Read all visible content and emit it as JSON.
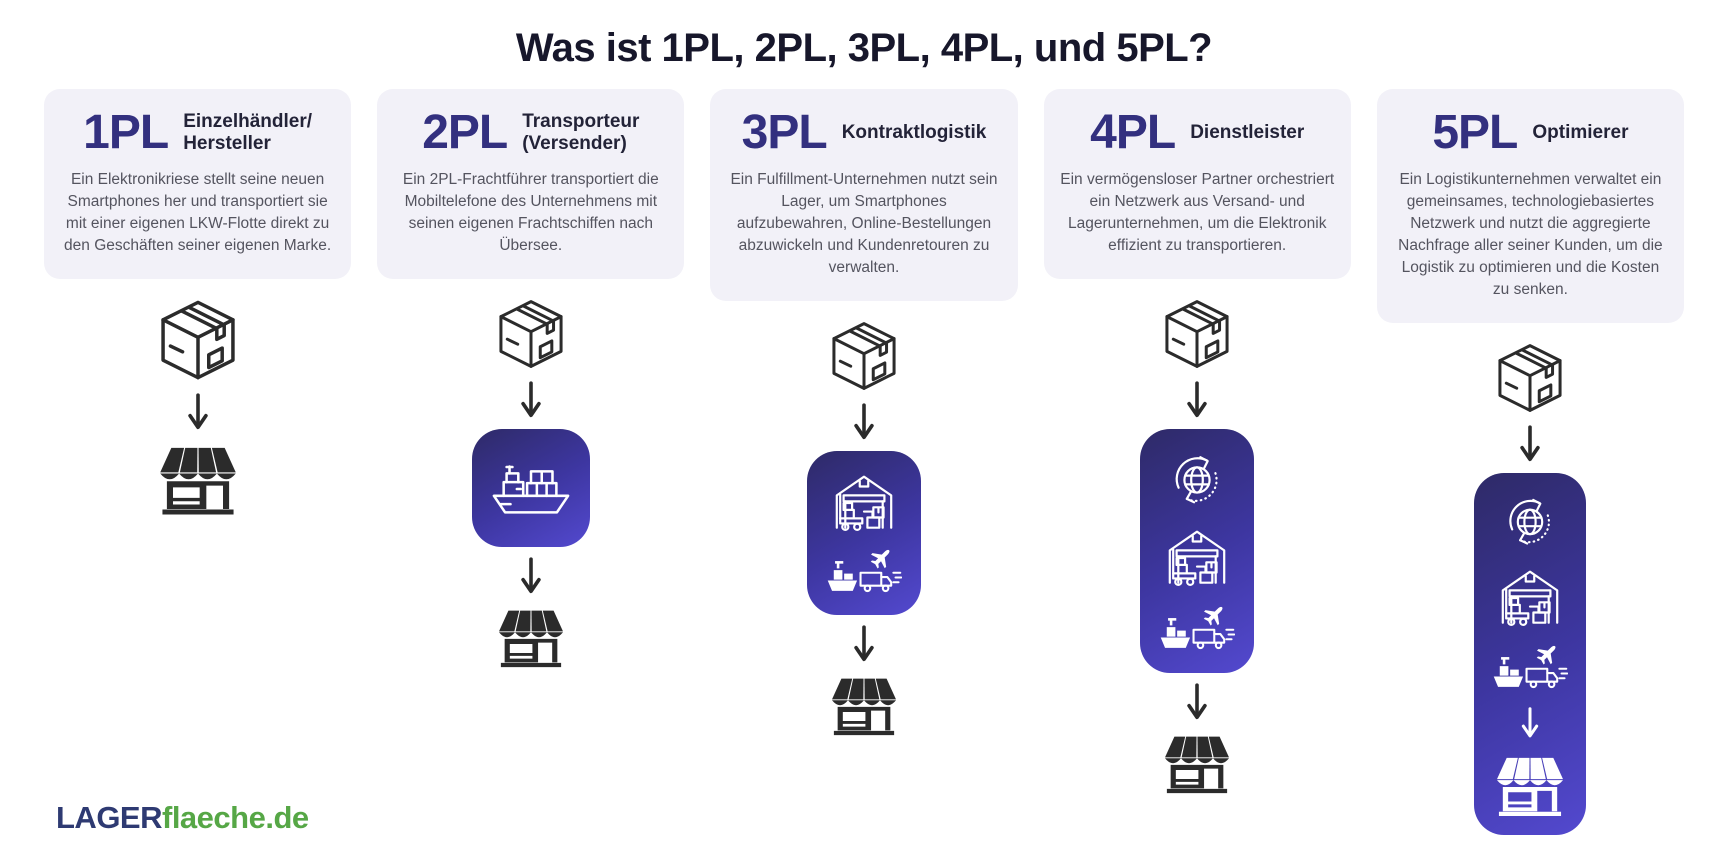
{
  "title": "Was ist 1PL, 2PL, 3PL, 4PL, und 5PL?",
  "logo": {
    "part1": "LAGER",
    "part2": "flaeche.de"
  },
  "colors": {
    "background": "#ffffff",
    "card_background": "#f2f1f8",
    "title_text": "#17172b",
    "pl_code": "#33307f",
    "heading_text": "#232338",
    "body_text": "#54545f",
    "icon_dark": "#2b2b2b",
    "icon_light": "#ffffff",
    "badge_gradient_start": "#2e2a67",
    "badge_gradient_end": "#5349cf",
    "logo_blue": "#2e3a72",
    "logo_green": "#56a746"
  },
  "cards": [
    {
      "code": "1PL",
      "title": "Einzelhändler/\nHersteller",
      "description": "Ein Elektronikriese stellt seine neuen Smartphones her und transportiert sie mit einer eigenen LKW-Flotte direkt zu den Geschäften seiner eigenen Marke.",
      "flow": [
        "package-icon",
        "arrow-down-icon",
        "store-icon"
      ]
    },
    {
      "code": "2PL",
      "title": "Transporteur\n(Versender)",
      "description": "Ein 2PL-Frachtführer transportiert die Mobiltelefone des Unternehmens mit seinen eigenen Frachtschiffen nach Übersee.",
      "flow": [
        "package-icon",
        "arrow-down-icon",
        "cargo-ship-badge",
        "arrow-down-icon",
        "store-icon"
      ]
    },
    {
      "code": "3PL",
      "title": "Kontraktlogistik",
      "description": "Ein Fulfillment-Unternehmen nutzt sein Lager, um Smartphones aufzubewahren, Online-Bestellungen abzuwickeln und Kundenretouren zu verwalten.",
      "flow": [
        "package-icon",
        "arrow-down-icon",
        "warehouse-transport-badge",
        "arrow-down-icon",
        "store-icon"
      ]
    },
    {
      "code": "4PL",
      "title": "Dienstleister",
      "description": "Ein vermögensloser Partner orchestriert ein Netzwerk aus Versand- und Lagerunternehmen, um die Elektronik effizient zu transportieren.",
      "flow": [
        "package-icon",
        "arrow-down-icon",
        "globe-warehouse-transport-badge",
        "arrow-down-icon",
        "store-icon"
      ]
    },
    {
      "code": "5PL",
      "title": "Optimierer",
      "description": "Ein Logistikunternehmen verwaltet ein gemeinsames, technologiebasiertes Netzwerk und nutzt die aggregierte Nachfrage aller seiner Kunden, um die Logistik zu optimieren und die Kosten zu senken.",
      "flow": [
        "package-icon",
        "arrow-down-icon",
        "globe-warehouse-transport-store-badge"
      ]
    }
  ]
}
